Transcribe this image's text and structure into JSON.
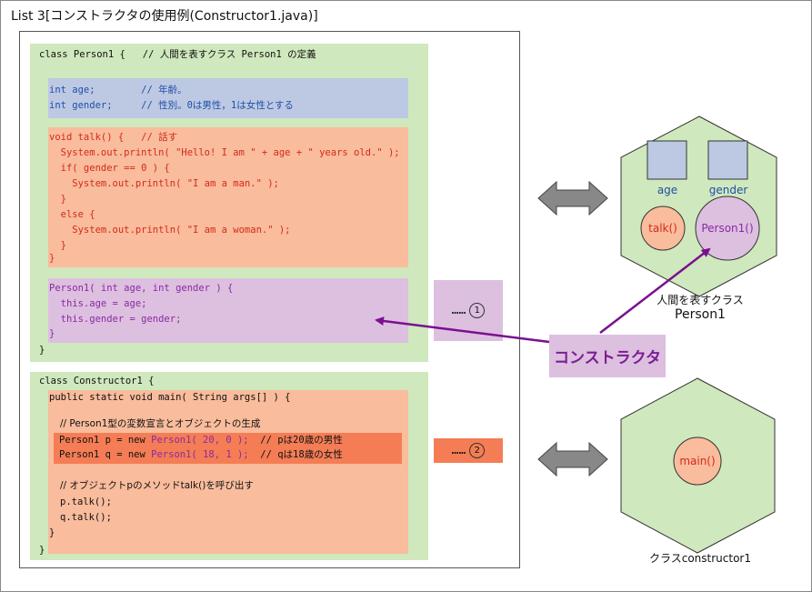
{
  "title": "List 3[コンストラクタの使用例(Constructor1.java)]",
  "person_class": {
    "header": "class Person1 {   // 人間を表すクラス Person1 の定義",
    "fields": [
      "int age;        // 年齢。",
      "int gender;     // 性別。0は男性，1は女性とする"
    ],
    "talk_method": [
      "void talk() {   // 話す",
      "  System.out.println( \"Hello! I am \" + age + \" years old.\" );",
      "  if( gender == 0 ) {",
      "    System.out.println( \"I am a man.\" );",
      "  }",
      "  else {",
      "    System.out.println( \"I am a woman.\" );",
      "  }",
      "}"
    ],
    "constructor": [
      "Person1( int age, int gender ) {",
      "  this.age = age;",
      "  this.gender = gender;",
      "}"
    ],
    "closing": "}"
  },
  "main_class": {
    "header": "class Constructor1 {",
    "main_open": "public static void main( String args[] ) {",
    "comment1": "// Person1型の変数宣言とオブジェクトの生成",
    "line_p_a": "Person1 p = new ",
    "line_p_b": "Person1( 20, 0 );",
    "line_p_c": "  // pは20歳の男性",
    "line_q_a": "Person1 q = new ",
    "line_q_b": "Person1( 18, 1 );",
    "line_q_c": "  // qは18歳の女性",
    "comment2": "// オブジェクトpのメソッドtalk()を呼び出す",
    "call_p": "p.talk();",
    "call_q": "q.talk();",
    "close_inner": "}",
    "close_outer": "}"
  },
  "markers": {
    "m1_dots": "……",
    "m1_num": "1",
    "m2_dots": "……",
    "m2_num": "2"
  },
  "constructor_label": "コンストラクタ",
  "person_diagram": {
    "field_age": "age",
    "field_gender": "gender",
    "method_talk": "talk()",
    "method_ctor": "Person1()",
    "caption_line1": "人間を表すクラス",
    "caption_line2": "Person1"
  },
  "main_diagram": {
    "method_main": "main()",
    "caption": "クラスconstructor1"
  },
  "colors": {
    "green_bg": "#cfe8bd",
    "blue_bg": "#bdc9e3",
    "orange_bg": "#f9bc9c",
    "purple_bg": "#ddbfe0",
    "highlight": "#f47d55",
    "arrow_purple": "#7a1090"
  }
}
